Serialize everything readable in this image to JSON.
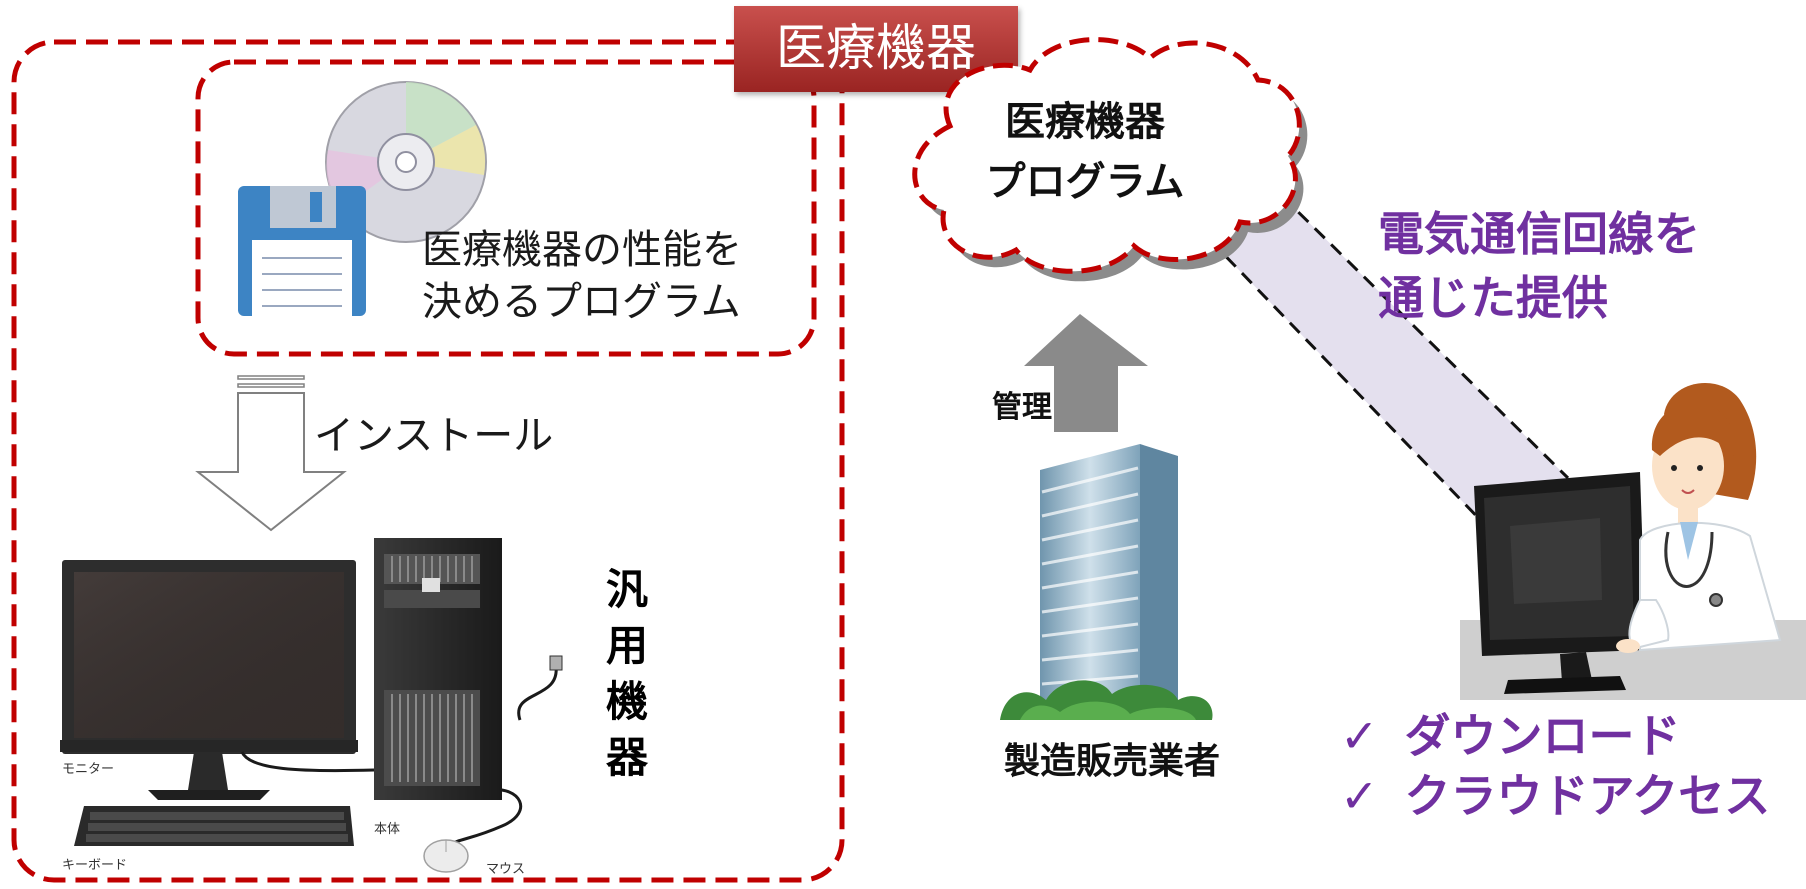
{
  "device_label": "医療機器",
  "program_text": {
    "line1": "医療機器の性能を",
    "line2": "決めるプログラム"
  },
  "install_label": "インストール",
  "general_device": {
    "char1": "汎",
    "char2": "用",
    "char3": "機",
    "char4": "器"
  },
  "pc_parts": {
    "monitor": "モニター",
    "keyboard": "キーボード",
    "body": "本体",
    "mouse": "マウス"
  },
  "cloud": {
    "line1": "医療機器",
    "line2": "プログラム"
  },
  "manage_label": "管理",
  "manufacturer_label": "製造販売業者",
  "telecom": {
    "line1": "電気通信回線を",
    "line2": "通じた提供"
  },
  "methods": [
    {
      "check": "✓",
      "label": "ダウンロード"
    },
    {
      "check": "✓",
      "label": "クラウドアクセス"
    }
  ],
  "colors": {
    "dashed_red": "#c00000",
    "badge_red": "#b03030",
    "accent_purple": "#7030a0",
    "beam": "#e4e0ee"
  }
}
